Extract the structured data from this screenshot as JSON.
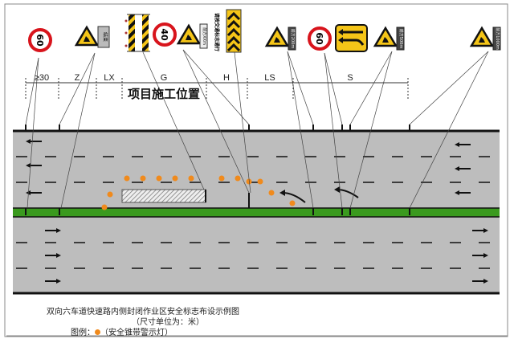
{
  "title": "项目施工位置",
  "dimensions": [
    "≥30",
    "Z",
    "LX",
    "G",
    "H",
    "LS",
    "S"
  ],
  "signs": {
    "speed_60": "60",
    "speed_40": "40",
    "end_text": "结束",
    "ahead_xx": "前方XXm",
    "vertical_note": "请按交通标志通行",
    "ahead_200": "前方200m",
    "speed_60b": "60",
    "ahead_500": "前方500m",
    "ahead_1000": "前方1000m"
  },
  "caption": {
    "line1": "双向六车道快速路内侧封闭作业区安全标志布设示例图",
    "line2": "（尺寸单位为：米）",
    "legend_label": "图例：",
    "legend_item": "（安全锥带警示灯）"
  },
  "colors": {
    "road": "#bdbdbd",
    "median": "#3a9a1e",
    "cone": "#f08a1c",
    "sign_yellow": "#f5c518",
    "sign_red": "#d8141c"
  }
}
